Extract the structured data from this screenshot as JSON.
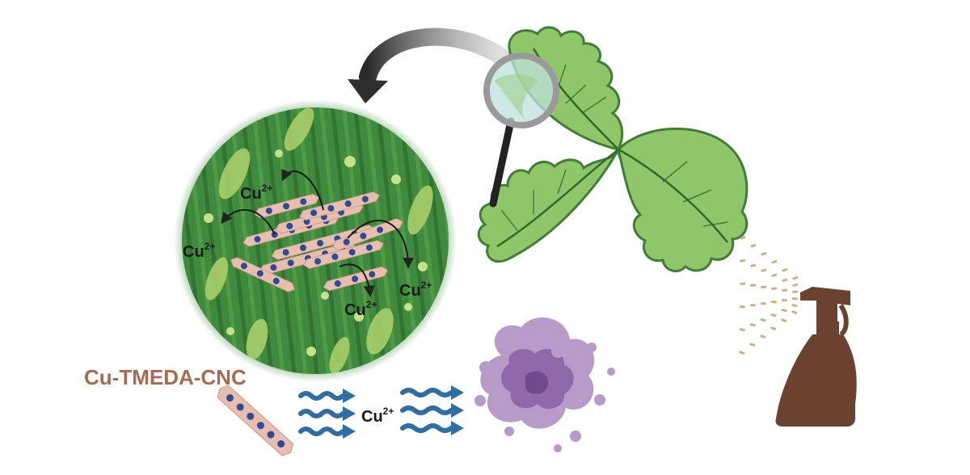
{
  "labels": {
    "product": "Cu-TMEDA-CNC",
    "ion_base": "Cu",
    "ion_charge": "2+"
  },
  "colors": {
    "leaf_light": "#8fc66a",
    "leaf_dark": "#3f7f33",
    "leaf_vein": "#2f6a2c",
    "zoom_bg": "#3f8a3e",
    "crystal_fill": "#e8bfae",
    "copper_dot": "#2e4a9a",
    "arrow_dark": "#3b3b3b",
    "wave_blue": "#2f6ea3",
    "microbe_purple": "#9d78b4",
    "bottle_brown": "#6b4230",
    "spray_tan": "#c9a06c",
    "product_text": "#a86a50"
  },
  "icons": [
    "strawberry-leaf-icon",
    "magnifying-glass-icon",
    "curved-arrow-icon",
    "spray-bottle-icon",
    "microbe-icon",
    "nanocrystal-icon",
    "wave-arrows-icon"
  ]
}
